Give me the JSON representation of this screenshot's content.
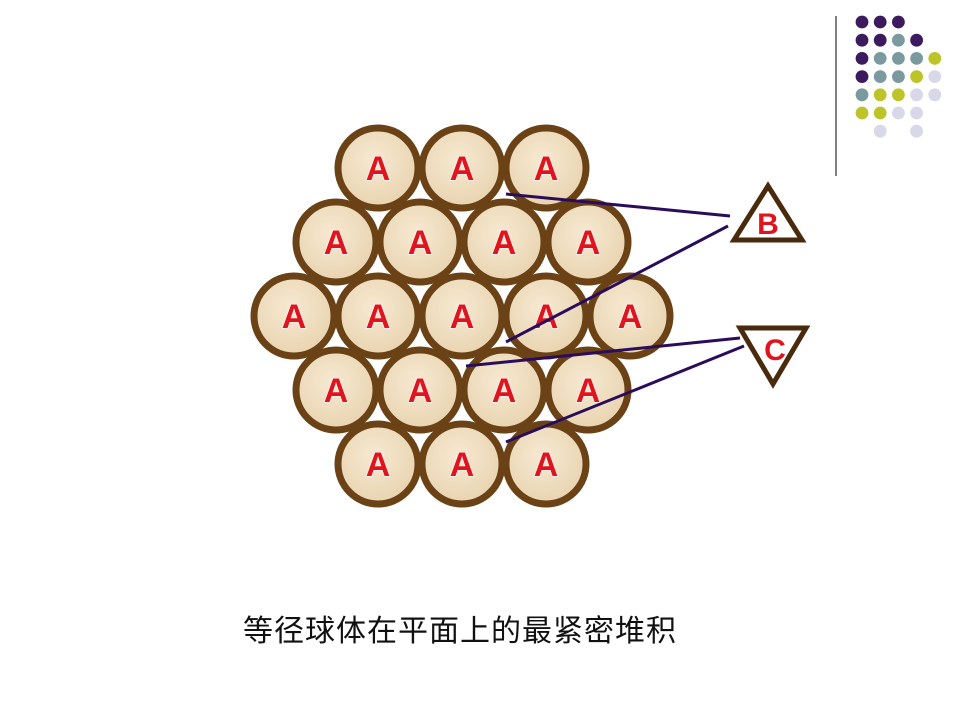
{
  "caption": "等径球体在平面上的最紧密堆积",
  "sphere_label": "A",
  "rows": [
    3,
    4,
    5,
    4,
    3
  ],
  "markers": [
    {
      "label": "B",
      "shape": "triangle-up"
    },
    {
      "label": "C",
      "shape": "triangle-down"
    }
  ],
  "colors": {
    "sphere_fill": "#f0dec0",
    "sphere_stroke": "#6b4216",
    "sphere_label": "#e0141e",
    "marker_label": "#e0141e",
    "marker_stroke": "#4a2a0c",
    "leader_line": "#2a0c5a",
    "divider": "#555555"
  },
  "decoration": {
    "dot_colors": [
      "#3b1a5e",
      "#7a9aa0",
      "#bcc42a",
      "#d8d8e8"
    ]
  }
}
